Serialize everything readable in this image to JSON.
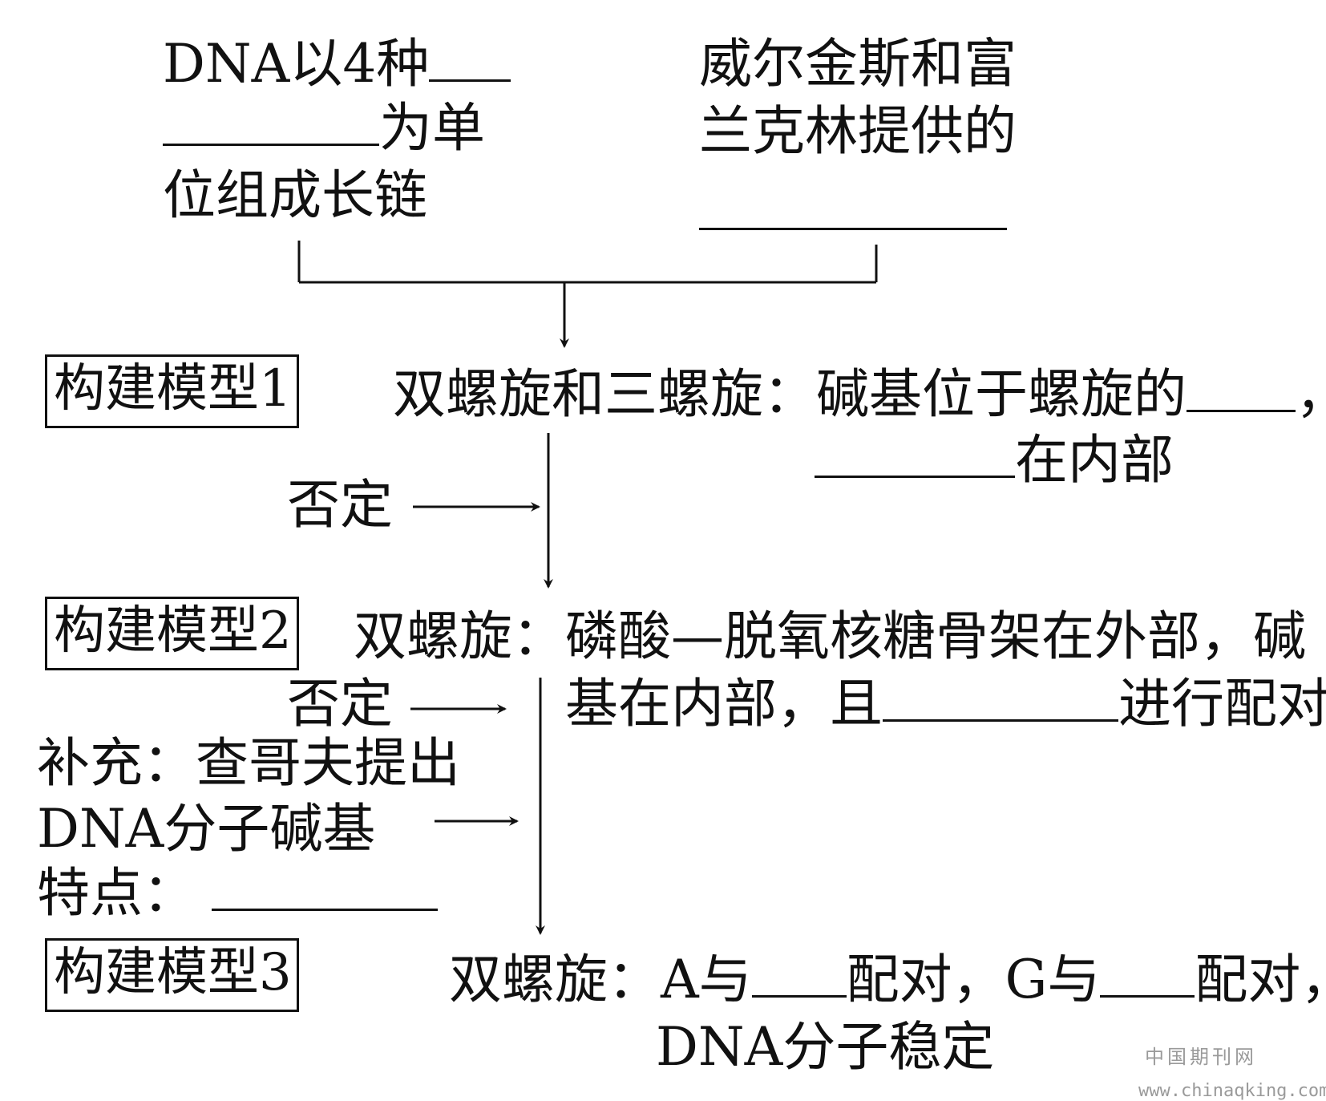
{
  "top_left": {
    "line1": "DNA以4种",
    "line2_suffix": "为单",
    "line3": "位组成长链"
  },
  "top_right": {
    "line1": "威尔金斯和富",
    "line2": "兰克林提供的"
  },
  "model1": {
    "label": "构建模型1",
    "line1": "双螺旋和三螺旋：碱基位于螺旋的",
    "line1_end": "，",
    "line2": "在内部"
  },
  "negation1": "否定",
  "model2": {
    "label": "构建模型2",
    "line1": "双螺旋：磷酸—脱氧核糖骨架在外部，碱",
    "line2_prefix": "基在内部，且",
    "line2_suffix": "进行配对"
  },
  "negation2": "否定",
  "supplement": {
    "line1": "补充：查哥夫提出",
    "line2": "DNA分子碱基",
    "line3": "特点："
  },
  "model3": {
    "label": "构建模型3",
    "line1_prefix": "双螺旋：A与",
    "line1_mid": "配对，G与",
    "line1_suffix": "配对，",
    "line2": "DNA分子稳定"
  },
  "watermark": {
    "name": "中国期刊网",
    "url": "www.chinaqking.com"
  }
}
